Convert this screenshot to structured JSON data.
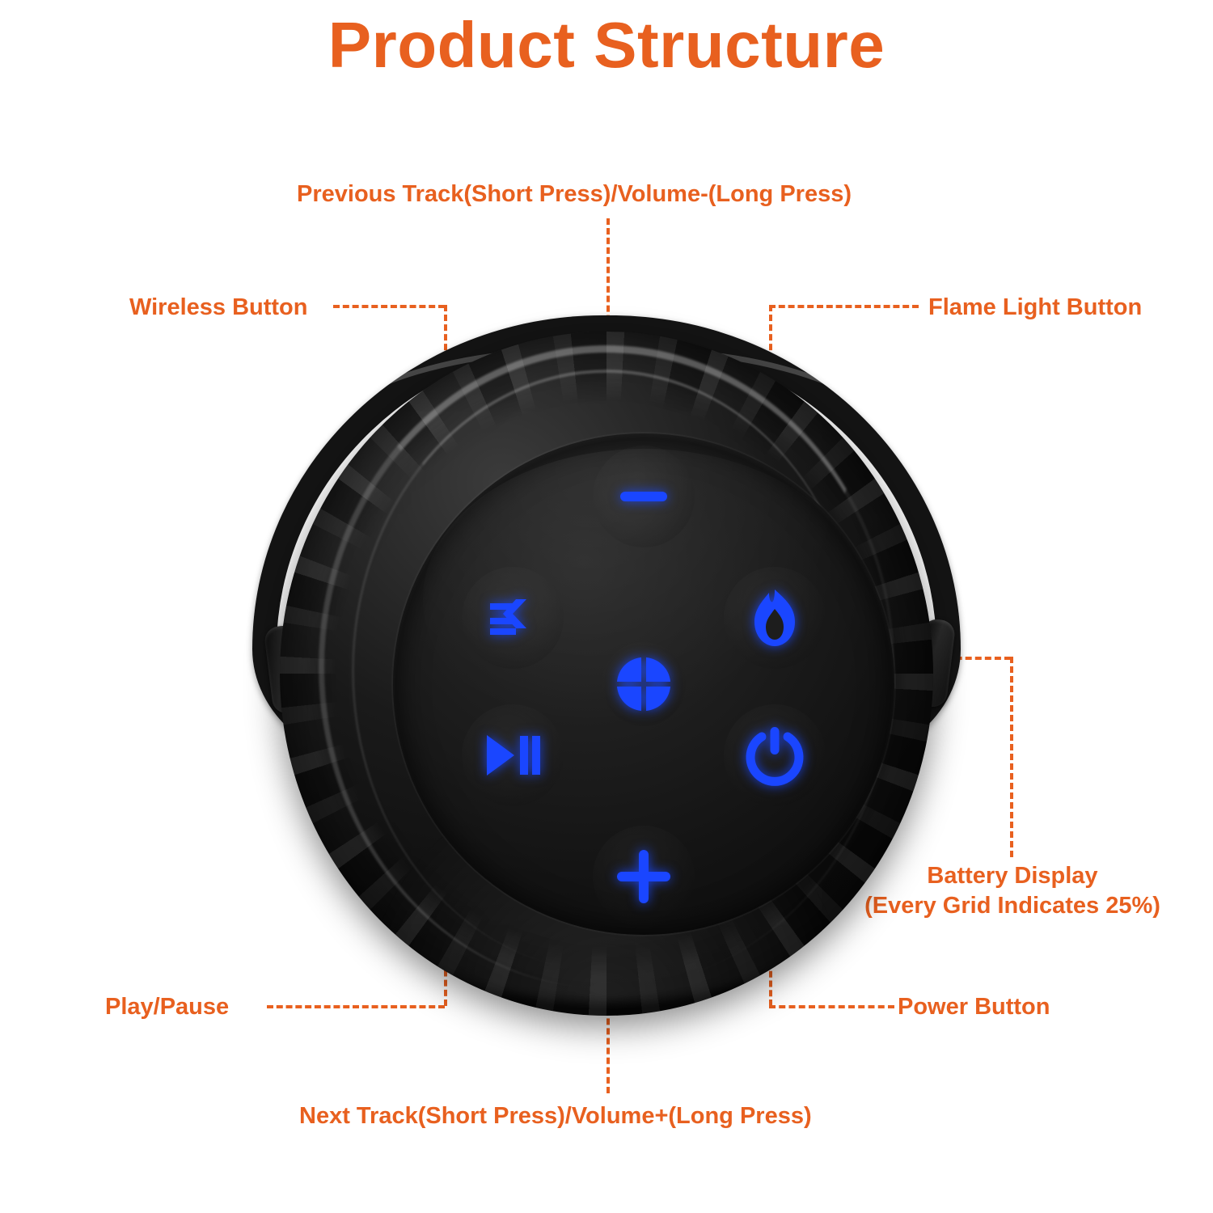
{
  "page": {
    "title": "Product Structure",
    "accent_color": "#E8601F",
    "icon_color": "#1A46FF",
    "background": "#FFFFFF"
  },
  "callouts": [
    {
      "id": "previous-track",
      "label": "Previous Track(Short Press)/Volume-(Long Press)",
      "icon": "minus-icon",
      "position": "top-center"
    },
    {
      "id": "wireless-button",
      "label": "Wireless Button",
      "icon": "wireless-icon",
      "position": "top-left"
    },
    {
      "id": "flame-light-button",
      "label": "Flame Light Button",
      "icon": "flame-icon",
      "position": "top-right"
    },
    {
      "id": "battery-display",
      "label_line1": "Battery Display",
      "label_line2": "(Every Grid Indicates 25%)",
      "icon": "battery-quadrant-icon",
      "position": "right"
    },
    {
      "id": "play-pause",
      "label": "Play/Pause",
      "icon": "play-pause-icon",
      "position": "bottom-left"
    },
    {
      "id": "power-button",
      "label": "Power Button",
      "icon": "power-icon",
      "position": "bottom-right"
    },
    {
      "id": "next-track",
      "label": "Next Track(Short Press)/Volume+(Long Press)",
      "icon": "plus-icon",
      "position": "bottom-center"
    }
  ],
  "product": {
    "type": "portable-bluetooth-speaker",
    "view": "top-down",
    "body_color": "#0B0B0B",
    "has_carry_strap": true,
    "controls": [
      {
        "name": "volume-down",
        "icon": "minus-icon",
        "angle_deg": 90,
        "label_ref": "previous-track"
      },
      {
        "name": "wireless",
        "icon": "wireless-icon",
        "angle_deg": 135,
        "label_ref": "wireless-button"
      },
      {
        "name": "flame-light",
        "icon": "flame-icon",
        "angle_deg": 45,
        "label_ref": "flame-light-button"
      },
      {
        "name": "play-pause",
        "icon": "play-pause-icon",
        "angle_deg": 225,
        "label_ref": "play-pause"
      },
      {
        "name": "power",
        "icon": "power-icon",
        "angle_deg": 315,
        "label_ref": "power-button"
      },
      {
        "name": "volume-up",
        "icon": "plus-icon",
        "angle_deg": 270,
        "label_ref": "next-track"
      },
      {
        "name": "battery",
        "icon": "battery-quadrant-icon",
        "angle_deg": 0,
        "label_ref": "battery-display"
      }
    ],
    "battery_segments": 4,
    "battery_segment_percent": 25
  }
}
